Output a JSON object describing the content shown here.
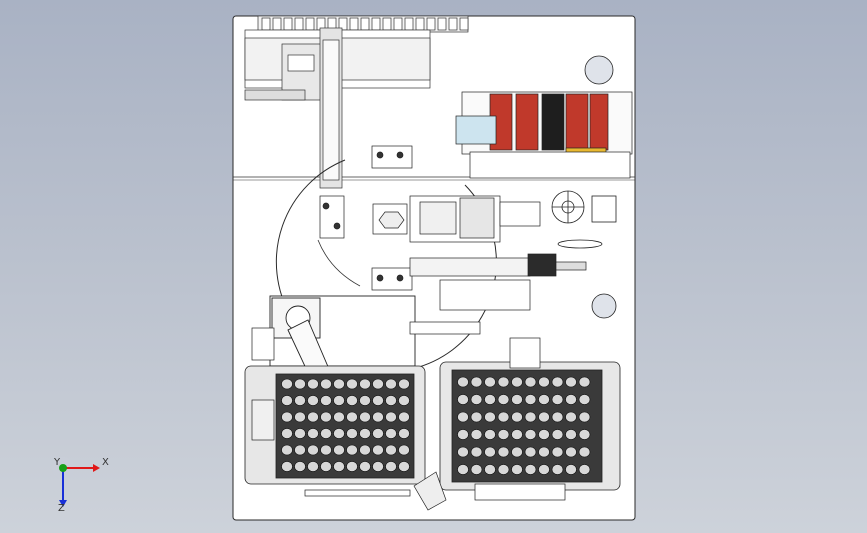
{
  "triad": {
    "x_label": "X",
    "y_label": "Y",
    "z_label": "Z"
  },
  "colors": {
    "background_top": "#a9b2c4",
    "plate": "#ffffff",
    "line": "#2a2a2a",
    "capacitor_red": "#c0392b",
    "axis_x": "#e01818",
    "axis_y": "#18a018",
    "axis_z": "#1830d8"
  }
}
